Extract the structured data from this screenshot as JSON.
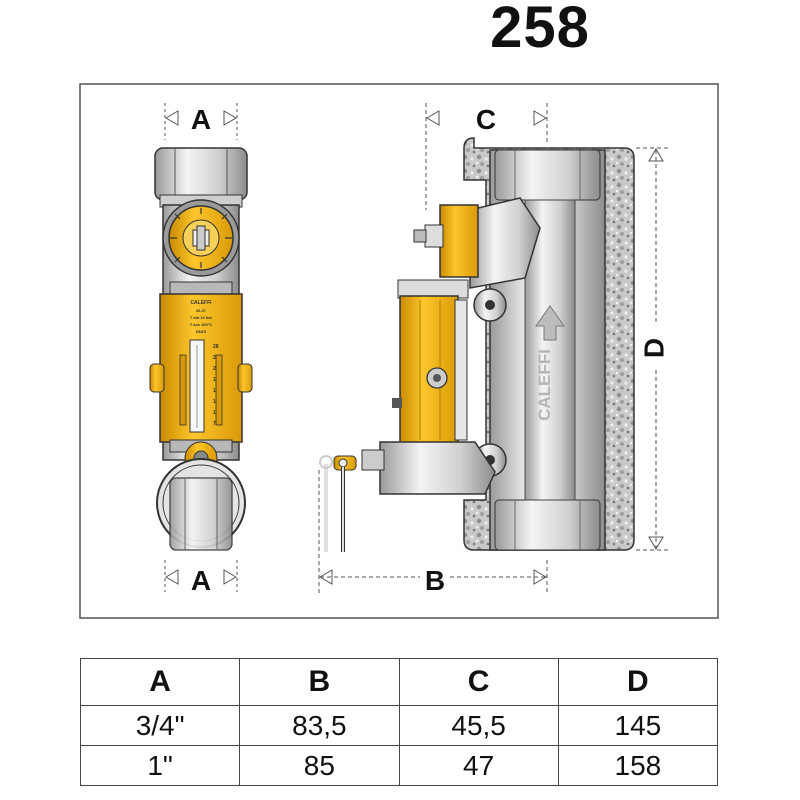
{
  "product_code": "258",
  "diagram": {
    "brand": "CALEFFI",
    "dimension_labels": {
      "left_top": "A",
      "left_bottom": "A",
      "right_top": "C",
      "right_bottom": "B",
      "right_side": "D"
    },
    "scale_marks": [
      "28",
      "25",
      "22",
      "19",
      "16",
      "13",
      "10",
      "7"
    ],
    "gauge_label": "CALEFFI",
    "gauge_lines": [
      "26-37",
      "T ata 10 bar",
      "T ass 100°C",
      "DN15"
    ]
  },
  "colors": {
    "valve_yellow": "#f3b217",
    "metal": "#d9d9d9",
    "insulation": "#bdbdbd",
    "outline": "#333333"
  },
  "table": {
    "headers": [
      "A",
      "B",
      "C",
      "D"
    ],
    "rows": [
      [
        "3/4\"",
        "83,5",
        "45,5",
        "145"
      ],
      [
        "1\"",
        "85",
        "47",
        "158"
      ]
    ]
  }
}
